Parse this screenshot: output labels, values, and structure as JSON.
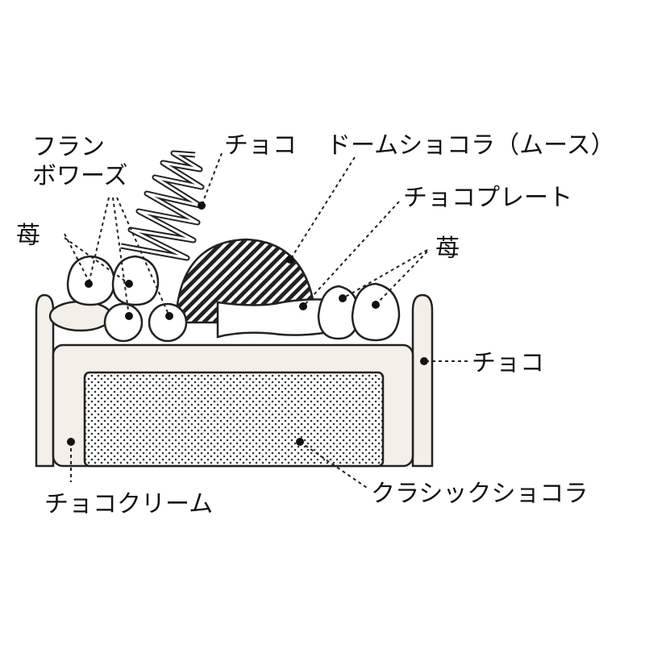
{
  "labels": {
    "framboise_line1": "フラン",
    "framboise_line2": "ボワーズ",
    "choco_top": "チョコ",
    "dome": "ドームショコラ（ムース）",
    "plate": "チョコプレート",
    "strawberry_left": "苺",
    "strawberry_right": "苺",
    "choco_side": "チョコ",
    "choco_cream": "チョコクリーム",
    "classic_chocolat": "クラシックショコラ"
  },
  "colors": {
    "cream": "#f4efe9",
    "outline": "#222222"
  }
}
